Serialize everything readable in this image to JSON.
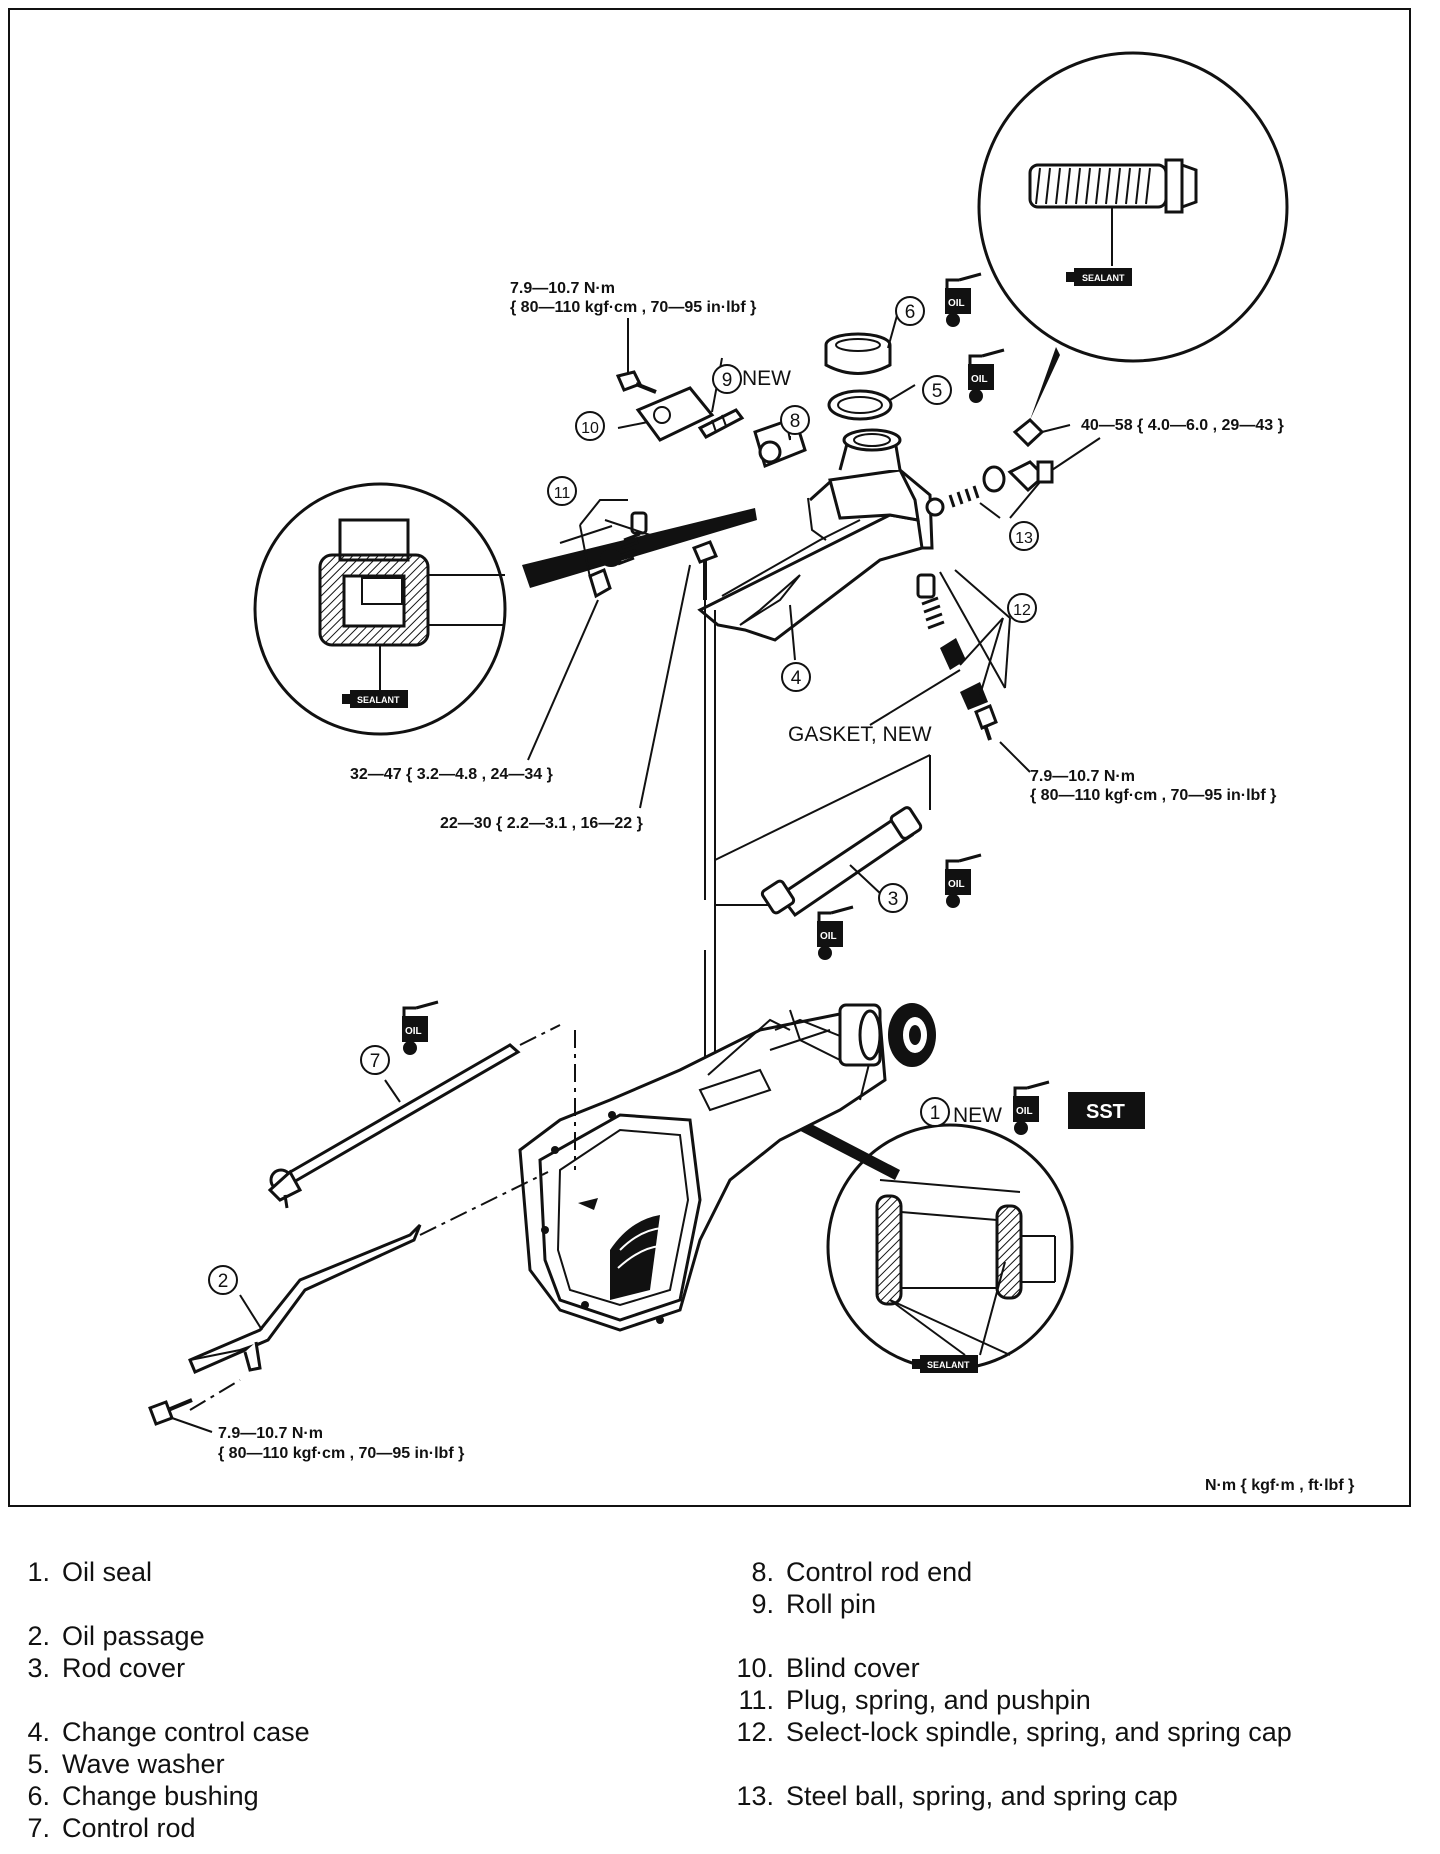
{
  "diagram": {
    "torques": {
      "top_bolt_line1": "7.9—10.7 N·m",
      "top_bolt_line2": "{ 80—110 kgf·cm , 70—95 in·lbf }",
      "right_plug": "40—58 { 4.0—6.0 , 29—43 }",
      "right_bolt_line1": "7.9—10.7 N·m",
      "right_bolt_line2": "{ 80—110 kgf·cm , 70—95 in·lbf }",
      "left_plug": "32—47 { 3.2—4.8 , 24—34 }",
      "case_bolt": "22—30 { 2.2—3.1 , 16—22 }",
      "bottom_bolt_line1": "7.9—10.7 N·m",
      "bottom_bolt_line2": "{ 80—110 kgf·cm , 70—95 in·lbf }"
    },
    "callouts": [
      "1",
      "2",
      "3",
      "4",
      "5",
      "6",
      "7",
      "8",
      "9",
      "10",
      "11",
      "12",
      "13"
    ],
    "new_label": "NEW",
    "gasket_label": "GASKET, NEW",
    "oil_badge": "OIL",
    "sealant_badge": "SEALANT",
    "sst_badge": "SST",
    "units_note": "N·m { kgf·m , ft·lbf }"
  },
  "legend": [
    {
      "num": "1.",
      "text": "Oil seal"
    },
    {
      "num": "2.",
      "text": "Oil passage"
    },
    {
      "num": "3.",
      "text": "Rod cover"
    },
    {
      "num": "4.",
      "text": "Change control case"
    },
    {
      "num": "5.",
      "text": "Wave washer"
    },
    {
      "num": "6.",
      "text": "Change bushing"
    },
    {
      "num": "7.",
      "text": "Control rod"
    },
    {
      "num": "8.",
      "text": "Control rod end"
    },
    {
      "num": "9.",
      "text": "Roll pin"
    },
    {
      "num": "10.",
      "text": "Blind cover"
    },
    {
      "num": "11.",
      "text": "Plug, spring, and pushpin"
    },
    {
      "num": "12.",
      "text": "Select-lock spindle, spring, and spring cap"
    },
    {
      "num": "13.",
      "text": "Steel ball, spring, and spring cap"
    }
  ]
}
